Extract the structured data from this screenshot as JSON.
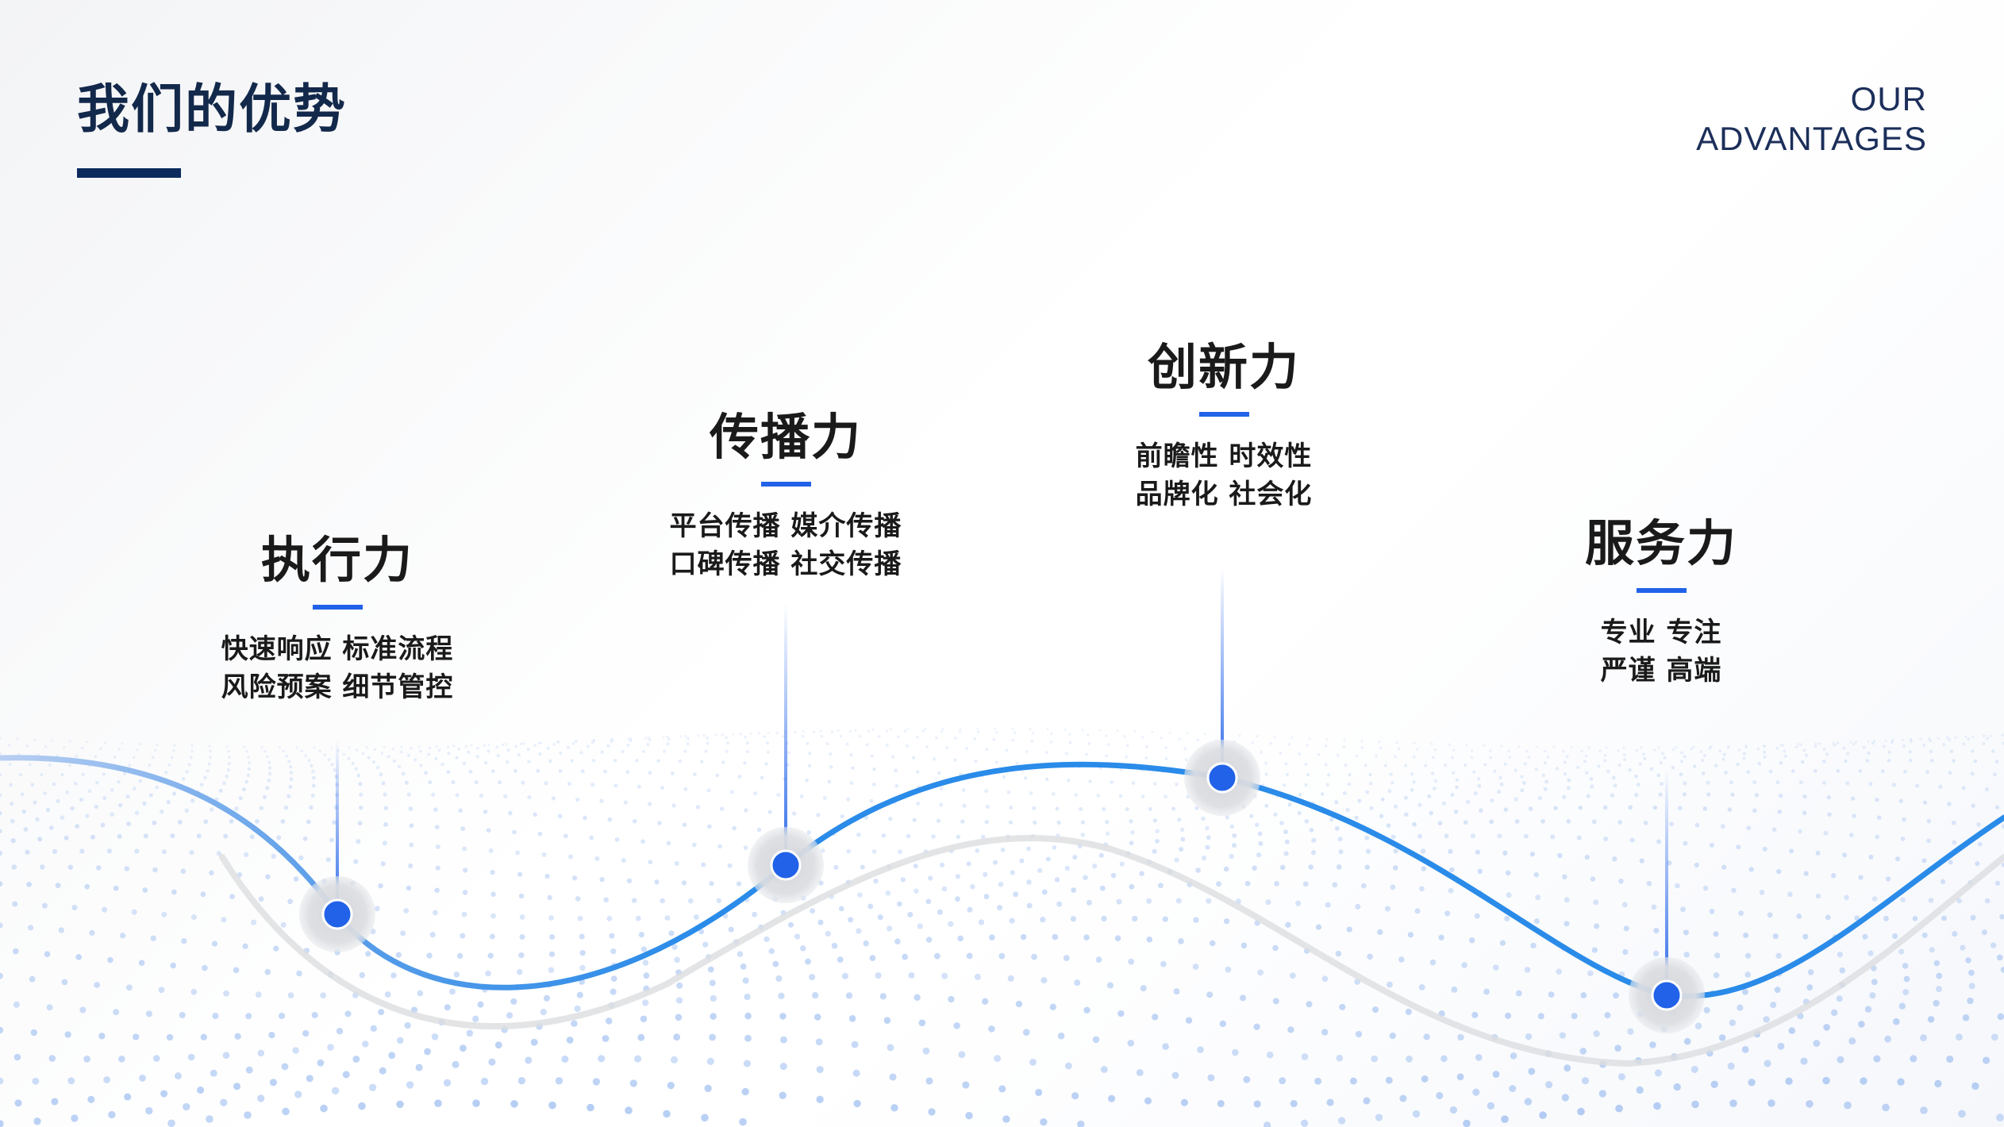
{
  "header": {
    "title": "我们的优势",
    "en_line1": "OUR",
    "en_line2": "ADVANTAGES"
  },
  "advantages": [
    {
      "title": "执行力",
      "line1": "快速响应 标准流程",
      "line2": "风险预案 细节管控"
    },
    {
      "title": "传播力",
      "line1": "平台传播 媒介传播",
      "line2": "口碑传播 社交传播"
    },
    {
      "title": "创新力",
      "line1": "前瞻性 时效性",
      "line2": "品牌化 社会化"
    },
    {
      "title": "服务力",
      "line1": "专业 专注",
      "line2": "严谨 高端"
    }
  ],
  "colors": {
    "accent": "#2162e8",
    "wave": "#2a8be9",
    "title": "#13294b"
  }
}
